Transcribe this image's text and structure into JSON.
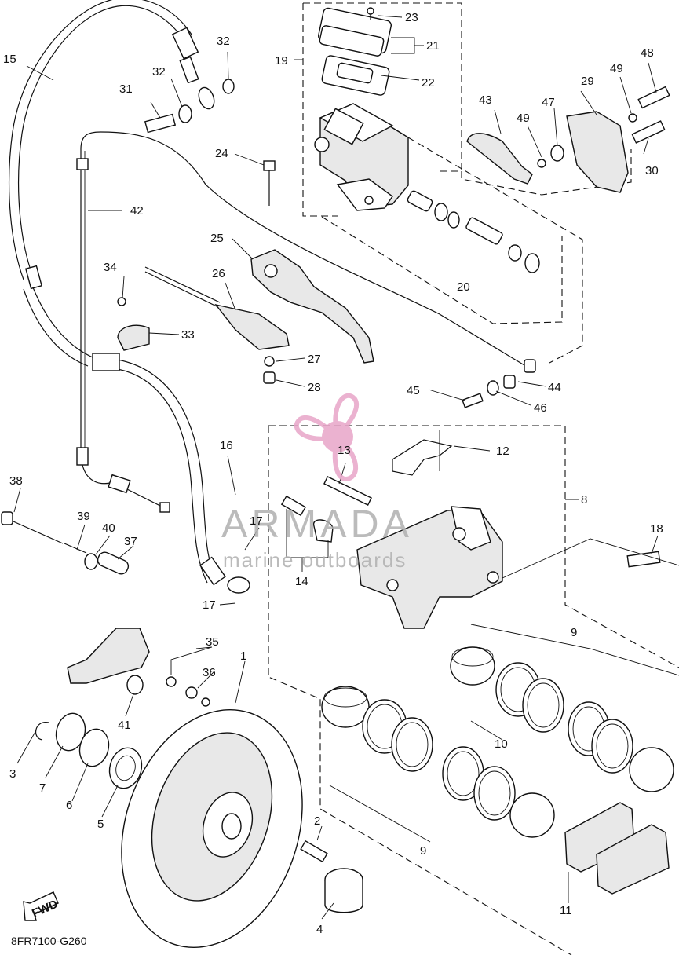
{
  "diagram": {
    "code": "8FR7100-G260",
    "fwd_label": "FWD",
    "watermark": {
      "brand": "ARMADA",
      "tagline": "marine outboards",
      "accent_color": "#e8a5c8"
    },
    "callouts": [
      {
        "id": "c1",
        "label": "1"
      },
      {
        "id": "c2",
        "label": "2"
      },
      {
        "id": "c3",
        "label": "3"
      },
      {
        "id": "c4",
        "label": "4"
      },
      {
        "id": "c5",
        "label": "5"
      },
      {
        "id": "c6",
        "label": "6"
      },
      {
        "id": "c7",
        "label": "7"
      },
      {
        "id": "c8",
        "label": "8"
      },
      {
        "id": "c9a",
        "label": "9"
      },
      {
        "id": "c9b",
        "label": "9"
      },
      {
        "id": "c10",
        "label": "10"
      },
      {
        "id": "c11",
        "label": "11"
      },
      {
        "id": "c12",
        "label": "12"
      },
      {
        "id": "c13",
        "label": "13"
      },
      {
        "id": "c14",
        "label": "14"
      },
      {
        "id": "c15",
        "label": "15"
      },
      {
        "id": "c16",
        "label": "16"
      },
      {
        "id": "c17a",
        "label": "17"
      },
      {
        "id": "c17b",
        "label": "17"
      },
      {
        "id": "c18",
        "label": "18"
      },
      {
        "id": "c19",
        "label": "19"
      },
      {
        "id": "c20",
        "label": "20"
      },
      {
        "id": "c21",
        "label": "21"
      },
      {
        "id": "c22",
        "label": "22"
      },
      {
        "id": "c23",
        "label": "23"
      },
      {
        "id": "c24",
        "label": "24"
      },
      {
        "id": "c25",
        "label": "25"
      },
      {
        "id": "c26",
        "label": "26"
      },
      {
        "id": "c27",
        "label": "27"
      },
      {
        "id": "c28",
        "label": "28"
      },
      {
        "id": "c29",
        "label": "29"
      },
      {
        "id": "c30",
        "label": "30"
      },
      {
        "id": "c31",
        "label": "31"
      },
      {
        "id": "c32a",
        "label": "32"
      },
      {
        "id": "c32b",
        "label": "32"
      },
      {
        "id": "c33",
        "label": "33"
      },
      {
        "id": "c34",
        "label": "34"
      },
      {
        "id": "c35",
        "label": "35"
      },
      {
        "id": "c36",
        "label": "36"
      },
      {
        "id": "c37",
        "label": "37"
      },
      {
        "id": "c38",
        "label": "38"
      },
      {
        "id": "c39",
        "label": "39"
      },
      {
        "id": "c40",
        "label": "40"
      },
      {
        "id": "c41",
        "label": "41"
      },
      {
        "id": "c42",
        "label": "42"
      },
      {
        "id": "c43",
        "label": "43"
      },
      {
        "id": "c44",
        "label": "44"
      },
      {
        "id": "c45",
        "label": "45"
      },
      {
        "id": "c46",
        "label": "46"
      },
      {
        "id": "c47",
        "label": "47"
      },
      {
        "id": "c48",
        "label": "48"
      },
      {
        "id": "c49a",
        "label": "49"
      },
      {
        "id": "c49b",
        "label": "49"
      }
    ]
  }
}
